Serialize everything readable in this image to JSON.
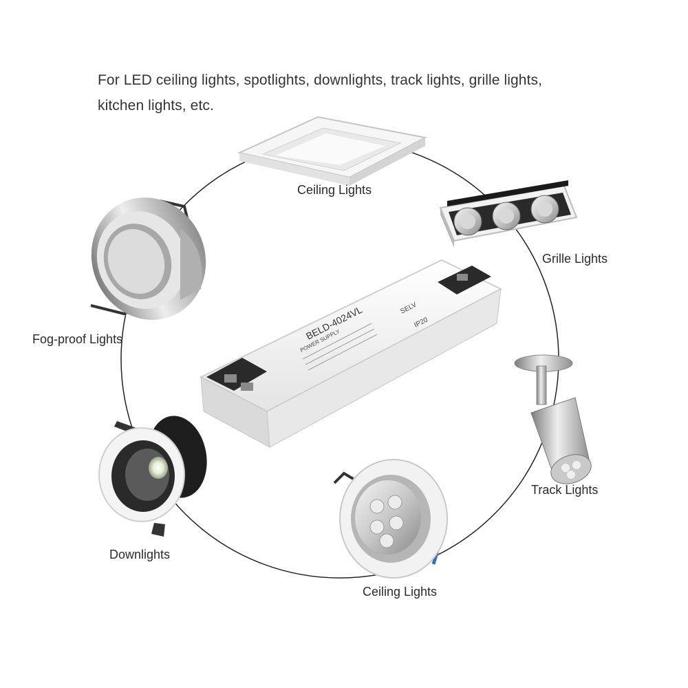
{
  "headline": {
    "line1": "For LED ceiling lights, spotlights, downlights, track lights, grille lights,",
    "line2": "kitchen lights, etc."
  },
  "product": {
    "model": "BELD-4024VL",
    "type": "POWER SUPPLY",
    "ip_rating": "IP20",
    "selv": "SELV"
  },
  "labels": {
    "ceiling_top": "Ceiling Lights",
    "grille": "Grille Lights",
    "fog_proof": "Fog-proof Lights",
    "track": "Track Lights",
    "downlights": "Downlights",
    "ceiling_bottom": "Ceiling Lights"
  }
}
